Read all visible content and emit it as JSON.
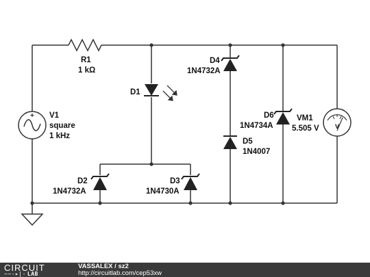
{
  "schematic": {
    "components": {
      "r1": {
        "ref": "R1",
        "value": "1 kΩ"
      },
      "v1": {
        "ref": "V1",
        "line2": "square",
        "line3": "1 kHz"
      },
      "d1": {
        "ref": "D1"
      },
      "d2": {
        "ref": "D2",
        "part": "1N4732A"
      },
      "d3": {
        "ref": "D3",
        "part": "1N4730A"
      },
      "d4": {
        "ref": "D4",
        "part": "1N4732A"
      },
      "d5": {
        "ref": "D5",
        "part": "1N4007"
      },
      "d6": {
        "ref": "D6",
        "part": "1N4734A"
      },
      "vm1": {
        "ref": "VM1",
        "reading": "5.505 V",
        "glyph": "V"
      }
    }
  },
  "footer": {
    "logo_top": "CIRCUIT",
    "logo_bottom": "LAB",
    "author": "VASSALEX",
    "separator": "/",
    "title": "sz2",
    "url": "http://circuitlab.com/cep53xw"
  },
  "colors": {
    "wire": "#333333",
    "footer_bg": "#3a3a3a",
    "text": "#111111"
  }
}
